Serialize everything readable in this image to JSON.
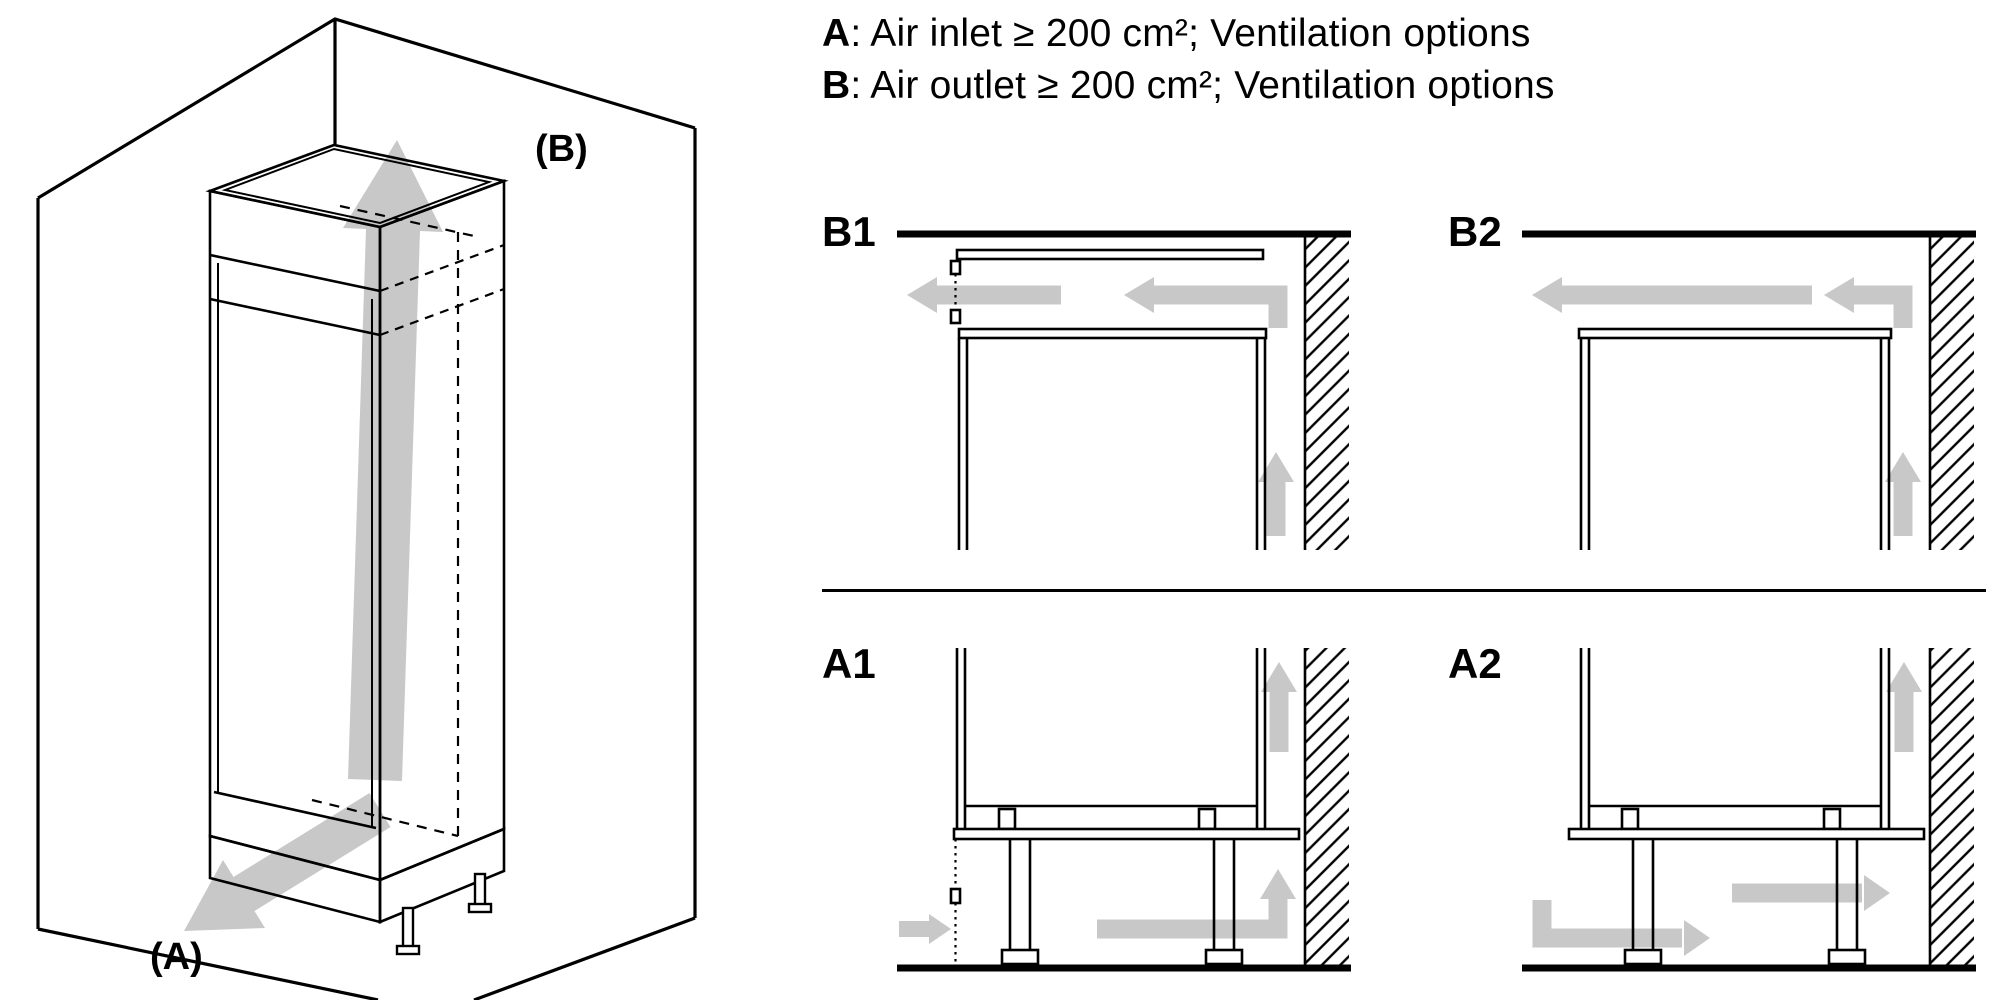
{
  "colors": {
    "arrow_gray": "#c8c8c8",
    "line_black": "#000000",
    "background": "#ffffff"
  },
  "legend": {
    "items": [
      {
        "key": "A",
        "text": ": Air inlet ≥ 200 cm²; Ventilation options"
      },
      {
        "key": "B",
        "text": ": Air outlet ≥ 200 cm²; Ventilation options"
      }
    ]
  },
  "overview": {
    "label_a": "(A)",
    "label_b": "(B)"
  },
  "panels": [
    {
      "id": "B1",
      "label": "B1"
    },
    {
      "id": "B2",
      "label": "B2"
    },
    {
      "id": "A1",
      "label": "A1"
    },
    {
      "id": "A2",
      "label": "A2"
    }
  ]
}
